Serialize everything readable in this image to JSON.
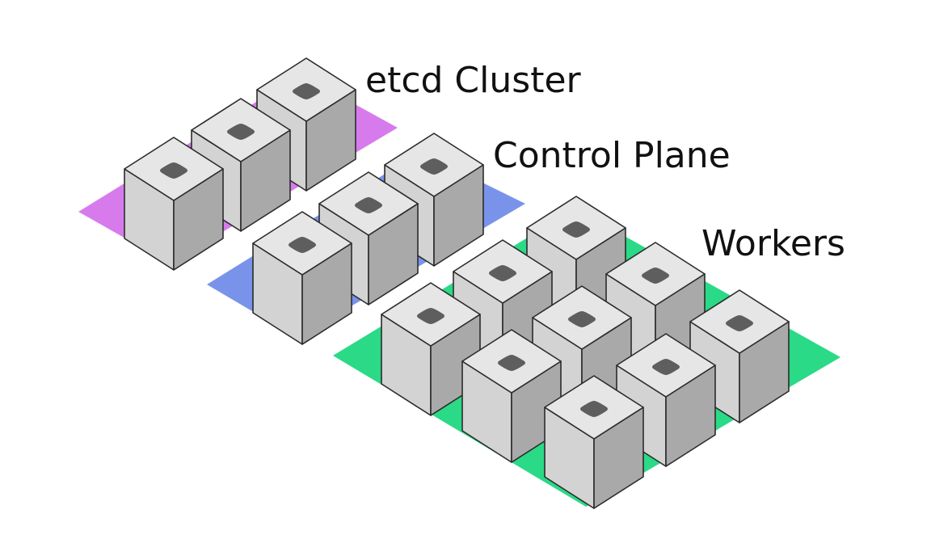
{
  "colors": {
    "etcd_platform": "#D77BEC",
    "control_platform": "#7A93EA",
    "workers_platform": "#2ADA86",
    "cube_top": "#E6E6E6",
    "cube_left": "#D3D3D3",
    "cube_right": "#A9A9A9",
    "cube_outline": "#2B2B2B",
    "port": "#5E5E5E"
  },
  "groups": [
    {
      "id": "etcd",
      "label": "etcd Cluster",
      "node_count": 3,
      "node_icon": "server-node-icon"
    },
    {
      "id": "control",
      "label": "Control Plane",
      "node_count": 3,
      "node_icon": "server-node-icon"
    },
    {
      "id": "workers",
      "label": "Workers",
      "node_count": 9,
      "node_icon": "server-node-icon"
    }
  ]
}
